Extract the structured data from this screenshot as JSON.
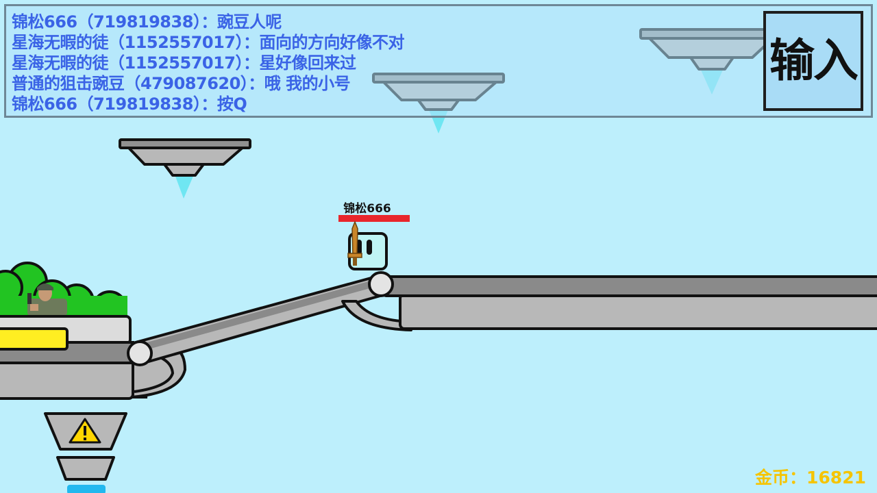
{
  "chat": {
    "messages": [
      "锦松666（719819838）：豌豆人呢",
      "星海无暇的徒（1152557017）：面向的方向好像不对",
      "星海无暇的徒（1152557017）：星好像回来过",
      "普通的狙击豌豆（479087620）：哦 我的小号",
      "锦松666（719819838）：按Q"
    ]
  },
  "input_button": {
    "label": "输入"
  },
  "player": {
    "name": "锦松666",
    "health_fraction": 1.0
  },
  "hud": {
    "gold_label": "金币：",
    "gold_value": "16821"
  },
  "colors": {
    "sky": "#bdeffc",
    "chat_text": "#3a63e6",
    "gold_text": "#f5c400",
    "health_bar": "#e8262c",
    "platform_fill": "#b8b8b8",
    "outline": "#111111",
    "jet_flame": "#6fe6f2",
    "bush": "#22c422",
    "energy_bar": "#ffee22",
    "warning": "#ffd600"
  },
  "icons": {
    "warning": "warning-icon",
    "sword": "sword-icon"
  }
}
